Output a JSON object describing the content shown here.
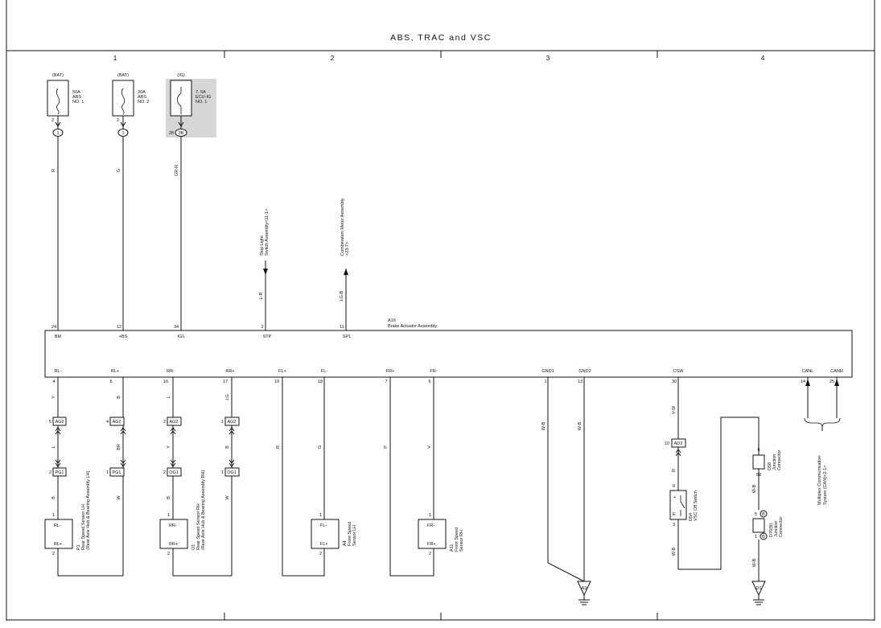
{
  "title": "ABS, TRAC and VSC",
  "columns": [
    "1",
    "2",
    "3",
    "4"
  ],
  "fuses": [
    {
      "source": "(BAT)",
      "name": [
        "50A",
        "ABS",
        "NO. 1"
      ],
      "pin": "2",
      "conn": "1"
    },
    {
      "source": "(BAT)",
      "name": [
        "30A",
        "ABS",
        "NO. 2"
      ],
      "pin": "2",
      "conn": "1"
    },
    {
      "source": "(IG)",
      "name": [
        "7. 5A",
        "ECU-IG",
        "NO. 1"
      ],
      "pin": "28",
      "conn": "3B"
    }
  ],
  "supply_wires": [
    "R",
    "G",
    "GR-R"
  ],
  "external_inputs": [
    {
      "label": [
        "Stop Light",
        "Switch Assembly<11-1>"
      ],
      "wire": "L-R"
    },
    {
      "label": [
        "Combination Meter Assembly",
        "<23-7>"
      ],
      "wire": "LG-B"
    }
  ],
  "actuator": {
    "id": "A16",
    "name": "Brake Actuator Assembly"
  },
  "top_pins": [
    {
      "num": "24",
      "name": "BM"
    },
    {
      "num": "12",
      "name": "+BS"
    },
    {
      "num": "34",
      "name": "IG1"
    },
    {
      "num": "2",
      "name": "STP"
    },
    {
      "num": "11",
      "name": "SP1"
    }
  ],
  "bottom_pins": [
    {
      "num": "4",
      "name": "RL-"
    },
    {
      "num": "5",
      "name": "RL+"
    },
    {
      "num": "16",
      "name": "RR-"
    },
    {
      "num": "17",
      "name": "RR+"
    },
    {
      "num": "19",
      "name": "FL+"
    },
    {
      "num": "18",
      "name": "FL-"
    },
    {
      "num": "7",
      "name": "FR+"
    },
    {
      "num": "6",
      "name": "FR-"
    },
    {
      "num": "1",
      "name": "GND1"
    },
    {
      "num": "13",
      "name": "GND2"
    },
    {
      "num": "30",
      "name": "CSW"
    },
    {
      "num": "14",
      "name": "CANL"
    },
    {
      "num": "25",
      "name": "CANH"
    }
  ],
  "rear_wires": {
    "upper": [
      "Y",
      "B",
      "L",
      "LG"
    ],
    "middle": [
      "L",
      "BR",
      "Y",
      "B"
    ],
    "lower": [
      "B",
      "W",
      "B",
      "W"
    ]
  },
  "rear_connectors": {
    "upper": [
      {
        "pin": "5",
        "name": "AG2"
      },
      {
        "pin": "4",
        "name": "AG2"
      },
      {
        "pin": "2",
        "name": "AG2"
      },
      {
        "pin": "1",
        "name": "AG2"
      }
    ],
    "lower": [
      {
        "pin": "2",
        "name": "PG1"
      },
      {
        "pin": "1",
        "name": "PG1"
      },
      {
        "pin": "2",
        "name": "OG1"
      },
      {
        "pin": "1",
        "name": "OG1"
      }
    ]
  },
  "front_wires": [
    "R",
    "G",
    "P",
    "V"
  ],
  "ground_wires": [
    "W-B",
    "W-B"
  ],
  "sensors": [
    {
      "id": "P1",
      "pins": [
        "RL-",
        "RL+"
      ],
      "pin_nums": [
        "1",
        "2"
      ],
      "label": [
        "Rear Speed Sensor LH",
        "(Rear Axle Hub & Bearing Assembly LH)"
      ]
    },
    {
      "id": "O1",
      "pins": [
        "RR-",
        "RR+"
      ],
      "pin_nums": [
        "1",
        "2"
      ],
      "label": [
        "Rear Speed Sensor RH",
        "(Rear Axle Hub & Bearing Assembly RH)"
      ]
    },
    {
      "id": "A4",
      "pins": [
        "FL-",
        "FL+"
      ],
      "pin_nums": [
        "1",
        "2"
      ],
      "label": [
        "Front Speed",
        "Sensor LH"
      ]
    },
    {
      "id": "A11",
      "pins": [
        "FR-",
        "FR+"
      ],
      "pin_nums": [
        "1",
        "2"
      ],
      "label": [
        "Front Speed",
        "Sensor RH"
      ]
    }
  ],
  "vsc": {
    "wire_top": "V-W",
    "conn": {
      "pin": "10",
      "name": "AD3"
    },
    "wire_mid": "R",
    "switch": {
      "id": "D54",
      "name": "VSC Off Switch",
      "pins": [
        "6",
        "3"
      ],
      "terms": [
        "+",
        "E"
      ]
    },
    "wire_bottom": "W-B"
  },
  "junctions": [
    {
      "id": "D58",
      "label": [
        "Junction",
        "Connector"
      ],
      "pins": [
        "6",
        "58"
      ]
    },
    {
      "id": "D70(B)",
      "label": [
        "Junction",
        "Connector"
      ],
      "pins": [
        "5",
        "1"
      ],
      "circles": [
        "B",
        "B"
      ]
    }
  ],
  "junction_wires": [
    "W-B",
    "W-B"
  ],
  "grounds": [
    "A3",
    "D1"
  ],
  "can_label": [
    "Multiplex Communication",
    "System (CAN)<2-1>"
  ]
}
